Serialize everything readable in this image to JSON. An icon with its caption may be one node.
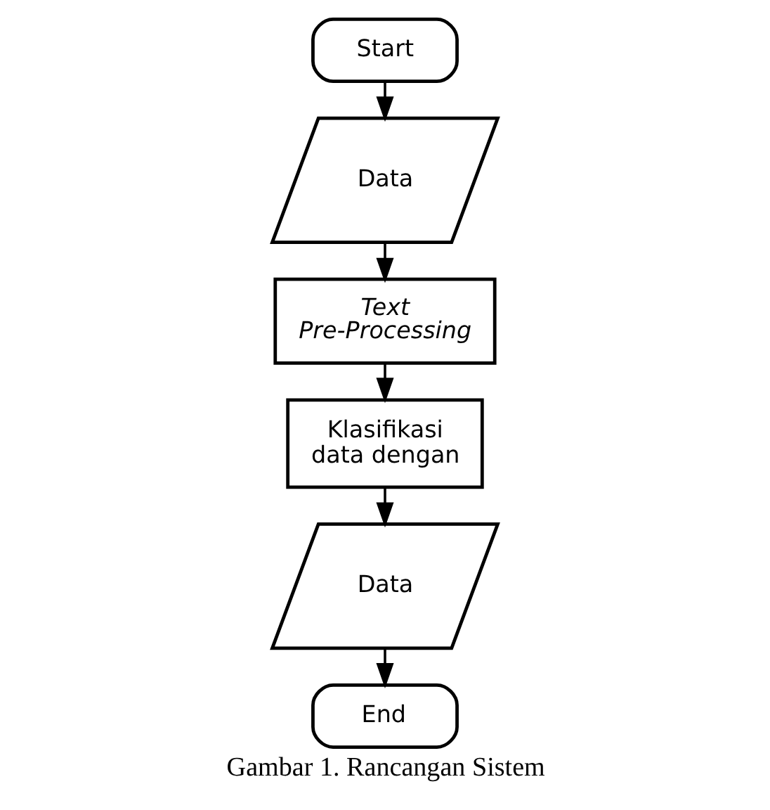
{
  "diagram": {
    "caption": "Gambar 1. Rancangan Sistem",
    "nodes": [
      {
        "text": [
          "Start"
        ]
      },
      {
        "text": [
          "Data"
        ]
      },
      {
        "text": [
          "Text Pre-Processing"
        ]
      },
      {
        "text": [
          "Klasifikasi data dengan"
        ]
      },
      {
        "text": [
          "Data"
        ]
      },
      {
        "text": [
          "End"
        ]
      }
    ],
    "edges": [
      {
        "from": 0,
        "to": 1,
        "arrow": "to"
      },
      {
        "from": 1,
        "to": 2,
        "arrow": "to"
      },
      {
        "from": 2,
        "to": 3,
        "arrow": "to"
      },
      {
        "from": 3,
        "to": 4,
        "arrow": "to"
      },
      {
        "from": 4,
        "to": 5,
        "arrow": "to"
      }
    ]
  }
}
